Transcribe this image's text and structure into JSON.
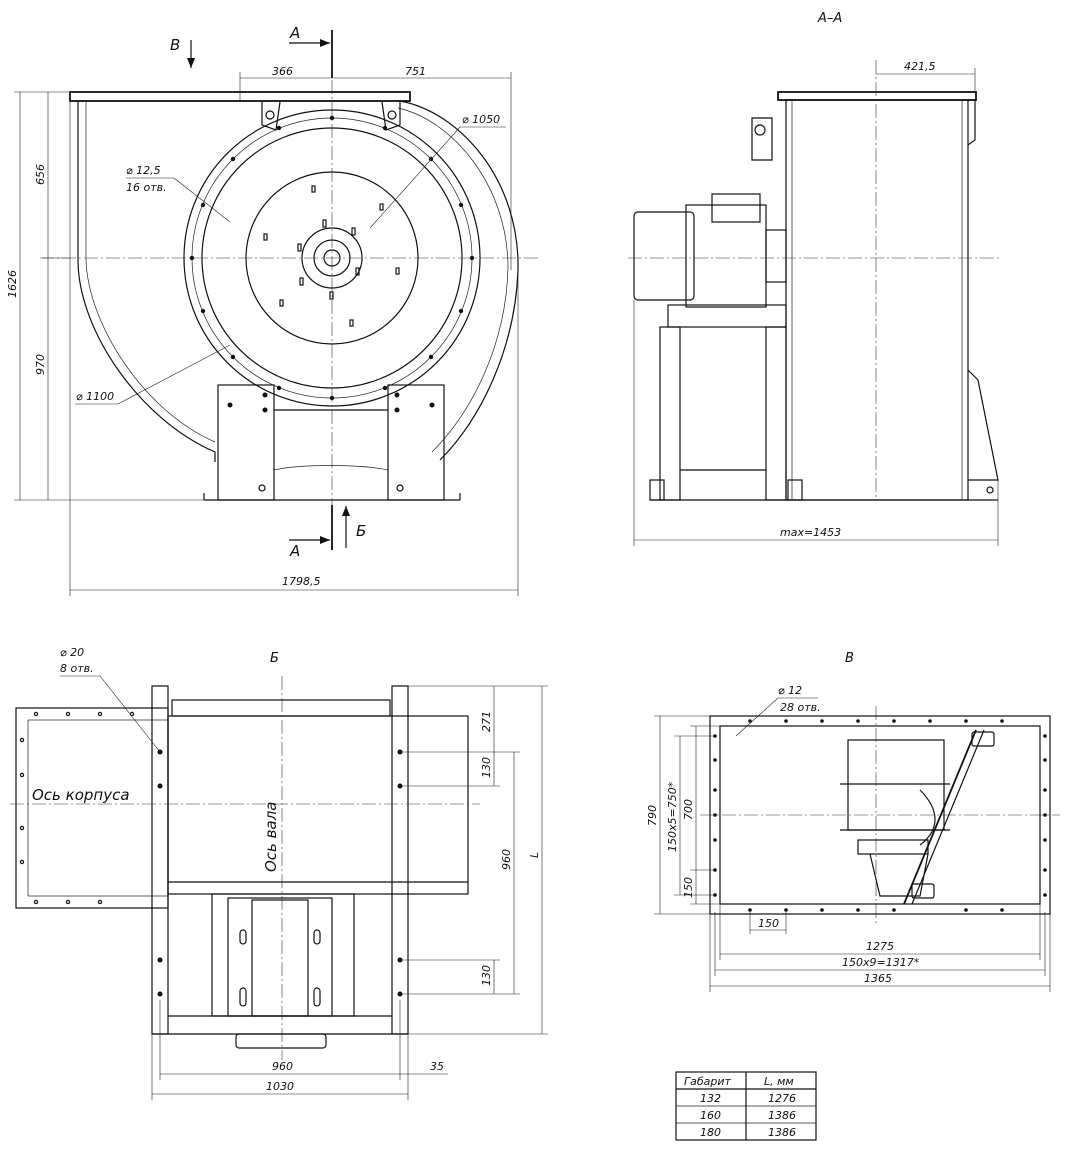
{
  "views": {
    "front": {
      "arrow_label": "В",
      "section_label_top": "А",
      "section_label_bottom": "А",
      "bottom_arrow_label": "Б",
      "dims": {
        "left_span": "366",
        "right_span": "751",
        "total_height": "1626",
        "upper_height": "656",
        "lower_height": "970",
        "total_width": "1798,5"
      },
      "callouts": {
        "inner_dia": "⌀ 1050",
        "outer_dia": "⌀ 1100",
        "hole_size": "⌀ 12,5",
        "hole_count": "16 отв."
      }
    },
    "section": {
      "title": "А–А",
      "dim_top": "421,5",
      "dim_bottom": "max=1453"
    },
    "bottom": {
      "title": "Б",
      "hole_size": "⌀ 20",
      "hole_count": "8 отв.",
      "axis_body": "Ось корпуса",
      "axis_shaft": "Ось вала",
      "dims": {
        "top": "271",
        "upper_gap": "130",
        "middle": "960",
        "lower_gap": "130",
        "overall": "L",
        "width_inner": "960",
        "width_outer": "1030",
        "offset": "35"
      }
    },
    "side": {
      "title": "В",
      "hole_size": "⌀ 12",
      "hole_count": "28 отв.",
      "dims": {
        "height_outer": "790",
        "height_pitch": "150x5=750*",
        "height_inner": "700",
        "corner": "150",
        "first_pitch": "150",
        "width_inner": "1275",
        "width_pitch": "150x9=1317*",
        "width_outer": "1365"
      }
    }
  },
  "size_table": {
    "headers": [
      "Габарит",
      "L, мм"
    ],
    "rows": [
      [
        "132",
        "1276"
      ],
      [
        "160",
        "1386"
      ],
      [
        "180",
        "1386"
      ]
    ]
  }
}
